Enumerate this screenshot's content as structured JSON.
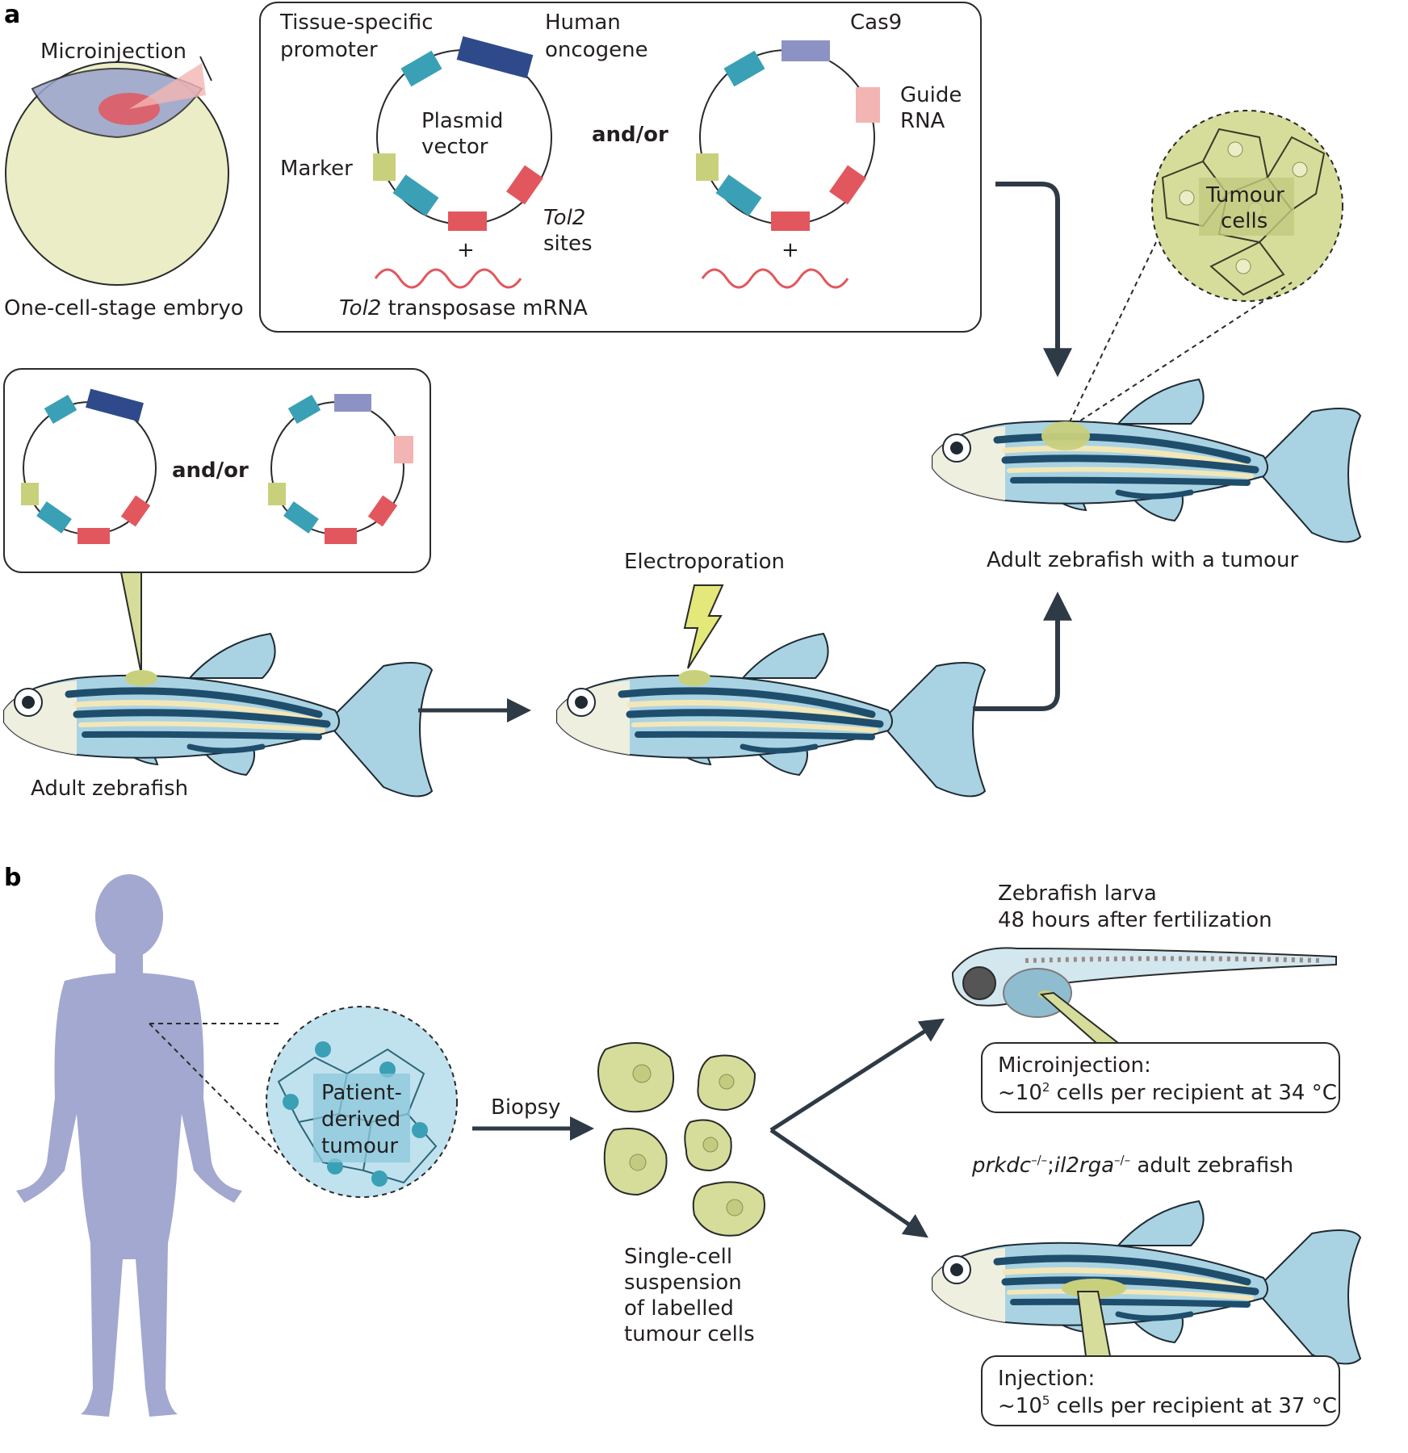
{
  "colors": {
    "cyan": "#3aa0b5",
    "navy": "#2f4a8a",
    "lavender": "#8c93c4",
    "pink": "#f3b5b3",
    "red": "#e2575e",
    "lime": "#c8d07c",
    "yolk": "#eaedc6",
    "fish_body": "#a9d3e3",
    "stripe_dark": "#1f4d6c",
    "stripe_light": "#f4e7b7",
    "arrow": "#2e3a45",
    "human": "#a2a8d0"
  },
  "panel_a": {
    "label": "a",
    "microinjection": "Microinjection",
    "embryo": "One-cell-stage embryo",
    "plasmid1": {
      "promoter_l1": "Tissue-specific",
      "promoter_l2": "promoter",
      "oncogene_l1": "Human",
      "oncogene_l2": "oncogene",
      "vector_l1": "Plasmid",
      "vector_l2": "vector",
      "marker": "Marker",
      "tol2_sites_l1": "Tol2",
      "tol2_sites_l2": "sites",
      "plus": "+",
      "mrna_italic": "Tol2",
      "mrna_rest": " transposase mRNA"
    },
    "andor": "and/or",
    "plasmid2": {
      "cas9": "Cas9",
      "guide_l1": "Guide",
      "guide_l2": "RNA",
      "plus": "+"
    },
    "tumour_cells_l1": "Tumour",
    "tumour_cells_l2": "cells",
    "adult_tumour": "Adult zebrafish with a tumour",
    "andor2": "and/or",
    "electroporation": "Electroporation",
    "adult": "Adult zebrafish"
  },
  "panel_b": {
    "label": "b",
    "pdt_l1": "Patient-",
    "pdt_l2": "derived",
    "pdt_l3": "tumour",
    "biopsy": "Biopsy",
    "suspension_l1": "Single-cell",
    "suspension_l2": "suspension",
    "suspension_l3": "of labelled",
    "suspension_l4": "tumour cells",
    "larva_l1": "Zebrafish larva",
    "larva_l2": "48 hours after fertilization",
    "micro_box_l1": "Microinjection:",
    "micro_box_l2_pre": "~10",
    "micro_box_l2_sup": "2",
    "micro_box_l2_post": " cells per recipient at 34 °C",
    "genotype_1": "prkdc",
    "genotype_1_sup": "–/–",
    "genotype_sep": ";",
    "genotype_2": "il2rga",
    "genotype_2_sup": "–/–",
    "genotype_rest": " adult zebrafish",
    "inj_box_l1": "Injection:",
    "inj_box_l2_pre": "~10",
    "inj_box_l2_sup": "5",
    "inj_box_l2_post": " cells per recipient at 37 °C"
  }
}
